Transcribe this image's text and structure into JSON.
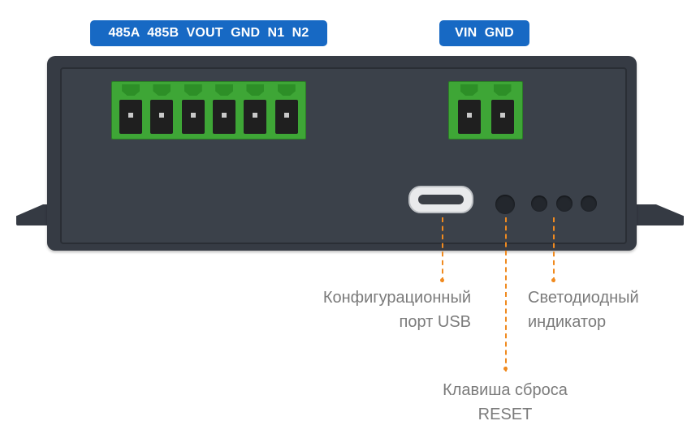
{
  "labels": {
    "left_terminal": "485A  485B  VOUT  GND  N1  N2",
    "right_terminal": "VIN  GND"
  },
  "callouts": {
    "usb": [
      "Конфигурационный",
      "порт USB"
    ],
    "led": [
      "Светодиодный",
      "индикатор"
    ],
    "reset": [
      "Клавиша сброса",
      "RESET"
    ]
  },
  "colors": {
    "chip_blue": "#1769c4",
    "device_body": "#363b44",
    "terminal_green": "#3ea636",
    "leader_orange": "#f08a1f",
    "callout_text": "#7b7b7b"
  },
  "terminals": {
    "left_count": 6,
    "right_count": 2
  },
  "indicators": {
    "led_count": 3
  }
}
